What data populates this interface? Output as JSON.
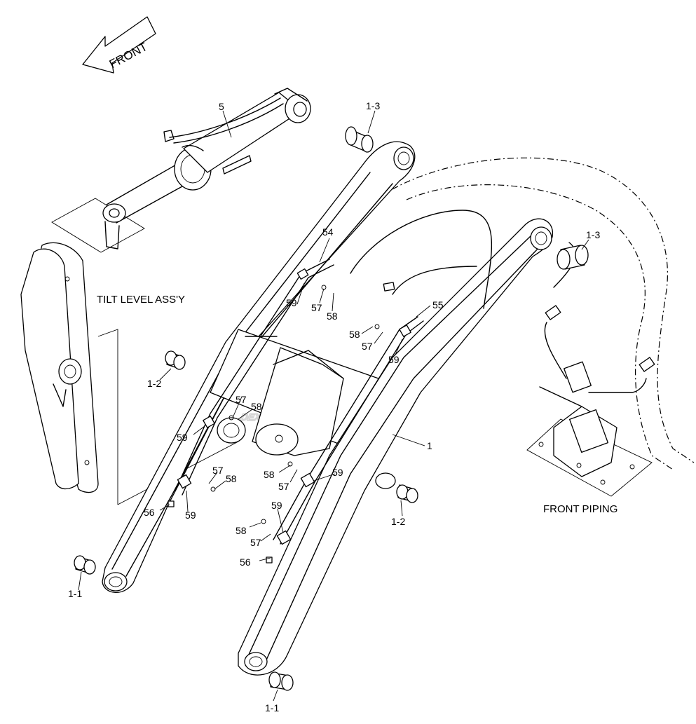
{
  "diagram": {
    "direction_arrow": "FRONT",
    "captions": {
      "tilt_level": "TILT LEVEL ASS'Y",
      "front_piping": "FRONT PIPING"
    },
    "watermark_text": "DEX",
    "callouts": {
      "c5": "5",
      "c1_3_left": "1-3",
      "c1_3_right": "1-3",
      "c54": "54",
      "c55": "55",
      "c1": "1",
      "c1_2_left": "1-2",
      "c1_2_right": "1-2",
      "c1_1_left": "1-1",
      "c1_1_bottom": "1-1",
      "c59_a": "59",
      "c57_a": "57",
      "c58_a": "58",
      "c58_b": "58",
      "c57_b": "57",
      "c59_b": "59",
      "c57_c": "57",
      "c58_c": "58",
      "c59_c": "59",
      "c57_d": "57",
      "c58_d": "58",
      "c56_a": "56",
      "c59_d": "59",
      "c58_e": "58",
      "c59_e": "59",
      "c57_e": "57",
      "c59_f": "59",
      "c58_f": "58",
      "c57_f": "57",
      "c56_b": "56"
    }
  }
}
